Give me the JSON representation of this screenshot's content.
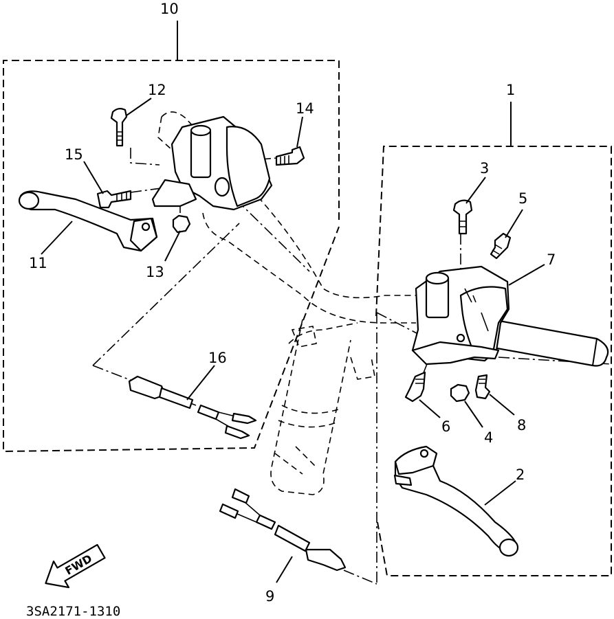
{
  "diagram": {
    "callouts": {
      "c1": "1",
      "c2": "2",
      "c3": "3",
      "c4": "4",
      "c5": "5",
      "c6": "6",
      "c7": "7",
      "c8": "8",
      "c9": "9",
      "c10": "10",
      "c11": "11",
      "c12": "12",
      "c13": "13",
      "c14": "14",
      "c15": "15",
      "c16": "16"
    },
    "fwd_label": "FWD",
    "drawing_code": "3SA2171-1310"
  }
}
